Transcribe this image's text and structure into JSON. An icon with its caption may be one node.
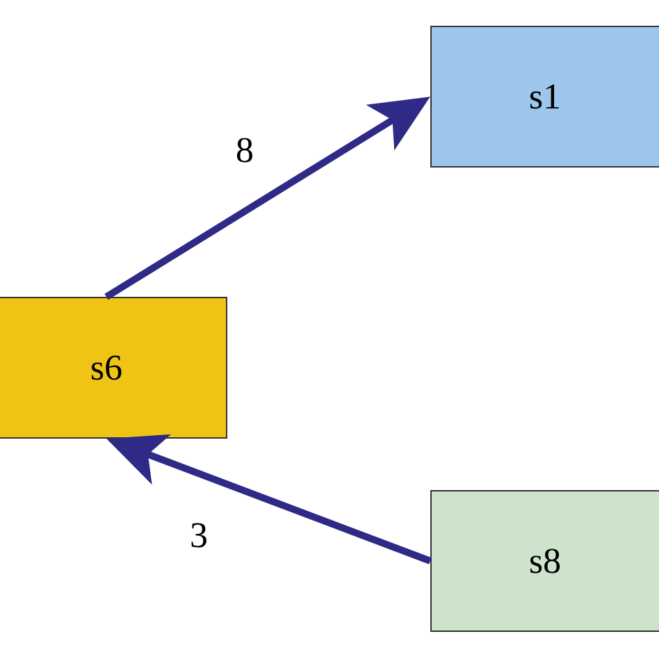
{
  "diagram": {
    "nodes": [
      {
        "text": [
          "s1"
        ]
      },
      {
        "text": [
          "s6"
        ]
      },
      {
        "text": [
          "s8"
        ]
      }
    ],
    "edges": [
      {
        "from": 1,
        "to": 0,
        "arrow": "to",
        "label": "8"
      },
      {
        "from": 2,
        "to": 1,
        "arrow": "to",
        "label": "3"
      }
    ]
  }
}
